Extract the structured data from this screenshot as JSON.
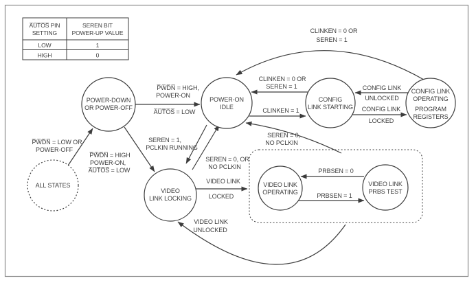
{
  "colors": {
    "ink": "#3c3c3c",
    "background": "#ffffff",
    "frame": "#8c8c8c"
  },
  "table": {
    "header": [
      [
        "A̅U̅T̅O̅S̅ PIN",
        "SETTING"
      ],
      [
        "SEREN BIT",
        "POWER-UP VALUE"
      ]
    ],
    "rows": [
      [
        "LOW",
        "1"
      ],
      [
        "HIGH",
        "0"
      ]
    ]
  },
  "states": {
    "all_states": [
      "ALL STATES"
    ],
    "power_down": [
      "POWER-DOWN",
      "OR POWER-OFF"
    ],
    "power_on_idle": [
      "POWER-ON",
      "IDLE"
    ],
    "config_link_starting": [
      "CONFIG",
      "LINK STARTING"
    ],
    "config_link_operating": [
      "CONFIG LINK",
      "OPERATING",
      "PROGRAM",
      "REGISTERS"
    ],
    "video_link_locking": [
      "VIDEO",
      "LINK LOCKING"
    ],
    "video_link_operating": [
      "VIDEO LINK",
      "OPERATING"
    ],
    "video_link_prbs_test": [
      "VIDEO LINK",
      "PRBS TEST"
    ]
  },
  "transitions": {
    "pwdn_low_power_off": [
      "P̅W̅D̅N̅ = LOW OR",
      "POWER-OFF"
    ],
    "power_on_to_idle": [
      "P̅W̅D̅N̅ = HIGH,",
      "POWER-ON",
      "A̅U̅T̅O̅S̅ = LOW"
    ],
    "power_on_to_locking": [
      "P̅W̅D̅N̅ = HIGH",
      "POWER-ON,",
      "A̅U̅T̅O̅S̅ = LOW"
    ],
    "seren1_pclkin_running": [
      "SEREN = 1,",
      "PCLKIN RUNNING"
    ],
    "seren0_or_no_pclkin": [
      "SEREN = 0, OR",
      "NO PCLKIN"
    ],
    "clinken1": [
      "CLINKEN = 1"
    ],
    "clinken0_or_seren1_mid": [
      "CLINKEN = 0 OR",
      "SEREN = 1"
    ],
    "clinken0_or_seren1_top": [
      "CLINKEN = 0 OR",
      "SEREN = 1"
    ],
    "config_link_locked": [
      "CONFIG LINK",
      "LOCKED"
    ],
    "config_link_unlocked": [
      "CONFIG LINK",
      "UNLOCKED"
    ],
    "seren0_no_pclkin": [
      "SEREN = 0,",
      "NO PCLKIN"
    ],
    "video_link_locked": [
      "VIDEO LINK",
      "LOCKED"
    ],
    "video_link_unlocked": [
      "VIDEO LINK",
      "UNLOCKED"
    ],
    "prbsen0": [
      "PRBSEN = 0"
    ],
    "prbsen1": [
      "PRBSEN = 1"
    ]
  }
}
